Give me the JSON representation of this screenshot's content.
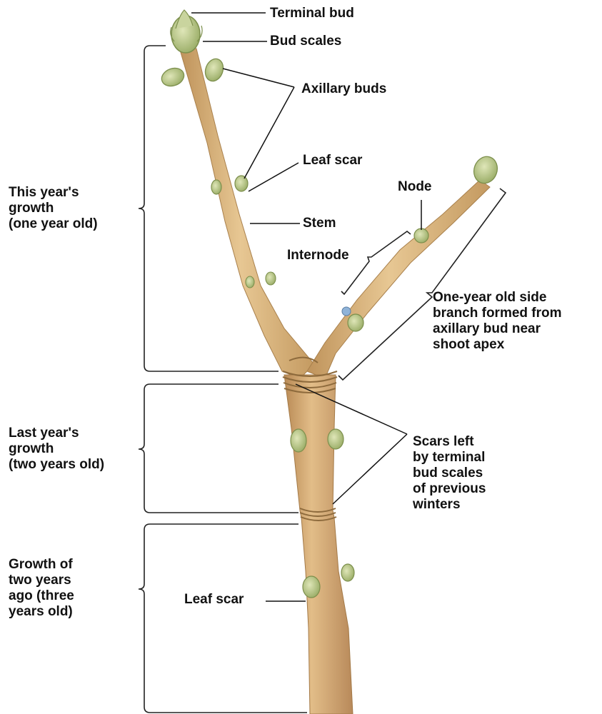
{
  "labels": {
    "terminal_bud": "Terminal bud",
    "bud_scales": "Bud scales",
    "axillary_buds": "Axillary buds",
    "leaf_scar_top": "Leaf scar",
    "node": "Node",
    "stem": "Stem",
    "internode": "Internode",
    "side_branch": [
      "One-year old side",
      "branch formed from",
      "axillary bud near",
      "shoot apex"
    ],
    "this_year": [
      "This year's",
      "growth",
      "(one year old)"
    ],
    "last_year": [
      "Last year's",
      "growth",
      "(two years old)"
    ],
    "two_years_ago": [
      "Growth of",
      "two years",
      "ago (three",
      "years old)"
    ],
    "leaf_scar_bottom": "Leaf scar",
    "scars_left": [
      "Scars left",
      "by terminal",
      "bud scales",
      "of previous",
      "winters"
    ]
  },
  "colors": {
    "stem_fill": "#d9b47e",
    "stem_shade": "#c29a62",
    "bud_green": "#b9c98a",
    "bud_dark": "#8ea15c",
    "line": "#111111"
  }
}
